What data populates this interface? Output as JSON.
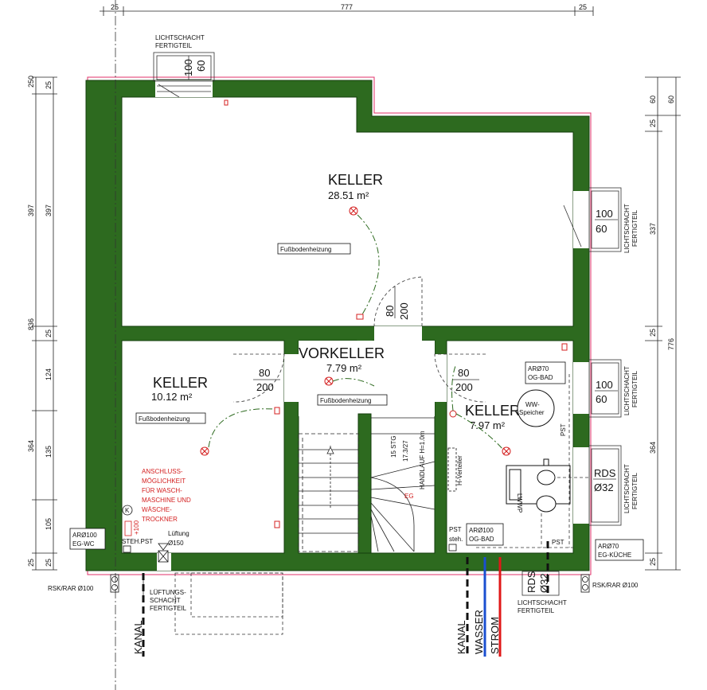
{
  "dimensions": {
    "top": [
      "25",
      "777",
      "25"
    ],
    "left_outer": [
      "250",
      "397",
      "836"
    ],
    "left_inner": [
      "25",
      "397",
      "25",
      "124",
      "364",
      "135",
      "105",
      "25",
      "25"
    ],
    "right_inner": [
      "60",
      "25",
      "337",
      "25",
      "364",
      "25"
    ],
    "right_outer": [
      "60",
      "776"
    ]
  },
  "rooms": {
    "keller_main": {
      "name": "KELLER",
      "area": "28.51 m²"
    },
    "keller_left": {
      "name": "KELLER",
      "area": "10.12 m²"
    },
    "vorkeller": {
      "name": "VORKELLER",
      "area": "7.79 m²"
    },
    "keller_right": {
      "name": "KELLER",
      "area": "7.97 m²"
    }
  },
  "tags": {
    "floor_heating": "Fußbodenheizung",
    "ww_speicher_1": "WW-",
    "ww_speicher_2": "Speicher",
    "lwwp": "LWWP",
    "h_verteiler": "H-Verteiler",
    "stair_1": "15 STG",
    "stair_2": "17.3/27",
    "handlauf": "HANDLAUF H=1.0m",
    "eg": "EG",
    "plus100": "+100",
    "k": "K"
  },
  "doors": {
    "door_stair": [
      "80",
      "200"
    ],
    "door_left": [
      "80",
      "200"
    ],
    "door_right": [
      "80",
      "200"
    ]
  },
  "lightwells": {
    "top": {
      "label1": "LICHTSCHACHT",
      "label2": "FERTIGTEIL",
      "w": "100",
      "h": "60"
    },
    "right_upper": {
      "label1": "LICHTSCHACHT",
      "label2": "FERTIGTEIL",
      "w": "100",
      "h": "60"
    },
    "right_mid": {
      "label1": "LICHTSCHACHT",
      "label2": "FERTIGTEIL",
      "w": "100",
      "h": "60"
    },
    "right_lower": {
      "label1": "LICHTSCHACHT",
      "label2": "FERTIGTEIL"
    },
    "bottom_right": {
      "label1": "LICHTSCHACHT",
      "label2": "FERTIGTEIL"
    }
  },
  "annotations": {
    "anschluss": [
      "ANSCHLUSS-",
      "MÖGLICHKEIT",
      "FÜR WASCH-",
      "MASCHINE UND",
      "WÄSCHE-",
      "TROCKNER"
    ],
    "ar100_wc": [
      "ARØ100",
      "EG-WC"
    ],
    "steh_pst": "STEH.PST",
    "lueftung": [
      "Lüftung",
      "Ø150"
    ],
    "ar70_ogbad": [
      "ARØ70",
      "OG-BAD"
    ],
    "pst_ogbad_left": [
      "PST",
      "steh."
    ],
    "ar100_ogbad": [
      "ARØ100",
      "OG-BAD"
    ],
    "ar70_egkueche": [
      "ARØ70",
      "EG-KÜCHE"
    ],
    "rds_right": [
      "RDS",
      "Ø32"
    ],
    "rds_bottom": [
      "RDS",
      "Ø32"
    ],
    "rsk_left": "RSK/RAR Ø100",
    "rsk_right": "RSK/RAR Ø100",
    "lueftungsschacht": [
      "LÜFTUNGS-",
      "SCHACHT",
      "FERTIGTEIL"
    ],
    "pst": "PST"
  },
  "utilities": {
    "kanal_left": "KANAL",
    "kanal_right": "KANAL",
    "wasser": "WASSER",
    "strom": "STROM"
  },
  "colors": {
    "wall": "#2d6a1f",
    "wall_edge": "#143d0c",
    "outline": "#e0306a",
    "text_red": "#d42020",
    "wasser": "#1a4fd0",
    "strom": "#e01818"
  }
}
